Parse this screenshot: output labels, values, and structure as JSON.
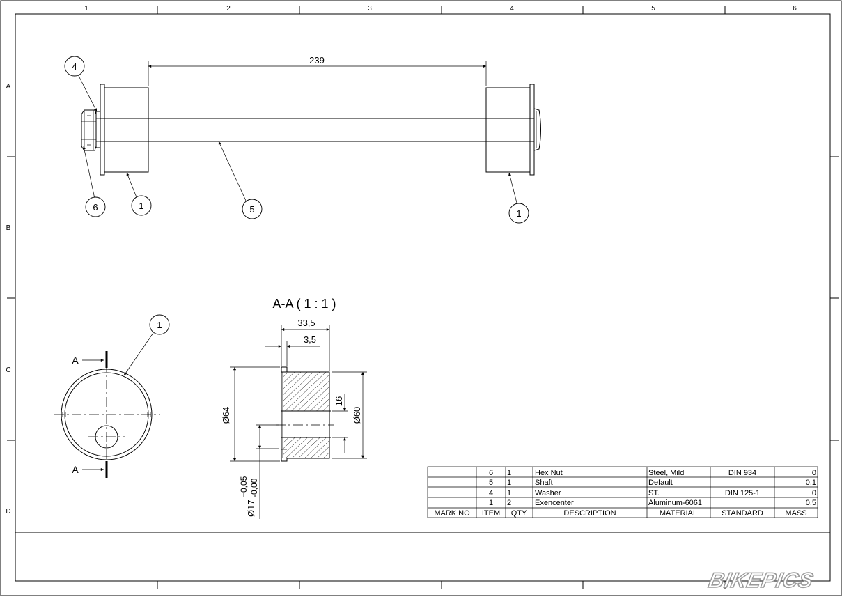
{
  "border": {
    "columns": [
      "1",
      "2",
      "3",
      "4",
      "5",
      "6"
    ],
    "rows": [
      "A",
      "B",
      "C",
      "D"
    ]
  },
  "main_view": {
    "dimension_length": "239",
    "balloons": {
      "washer": "4",
      "hex_nut": "6",
      "excenter_left": "1",
      "shaft": "5",
      "excenter_right": "1"
    }
  },
  "end_view": {
    "balloon": "1",
    "section_label_top": "A",
    "section_label_bottom": "A"
  },
  "section_view": {
    "title": "A-A  ( 1 : 1 )",
    "dim_width": "33,5",
    "dim_flange": "3,5",
    "dim_bore": "16",
    "dim_outer": "Ø64",
    "dim_body": "Ø60",
    "dim_hole": "Ø17",
    "tol_upper": "+0,05",
    "tol_lower": "-0,00"
  },
  "bom": {
    "headers": [
      "MARK NO",
      "ITEM",
      "QTY",
      "DESCRIPTION",
      "MATERIAL",
      "STANDARD",
      "MASS"
    ],
    "rows": [
      {
        "mark": "",
        "item": "6",
        "qty": "1",
        "desc": "Hex Nut",
        "material": "Steel, Mild",
        "standard": "DIN 934",
        "mass": "0"
      },
      {
        "mark": "",
        "item": "5",
        "qty": "1",
        "desc": "Shaft",
        "material": "Default",
        "standard": "",
        "mass": "0,1"
      },
      {
        "mark": "",
        "item": "4",
        "qty": "1",
        "desc": "Washer",
        "material": "ST.",
        "standard": "DIN 125-1",
        "mass": "0"
      },
      {
        "mark": "",
        "item": "1",
        "qty": "2",
        "desc": "Exencenter",
        "material": "Aluminum-6061",
        "standard": "",
        "mass": "0,5"
      }
    ]
  },
  "watermark": "BIKEPICS"
}
